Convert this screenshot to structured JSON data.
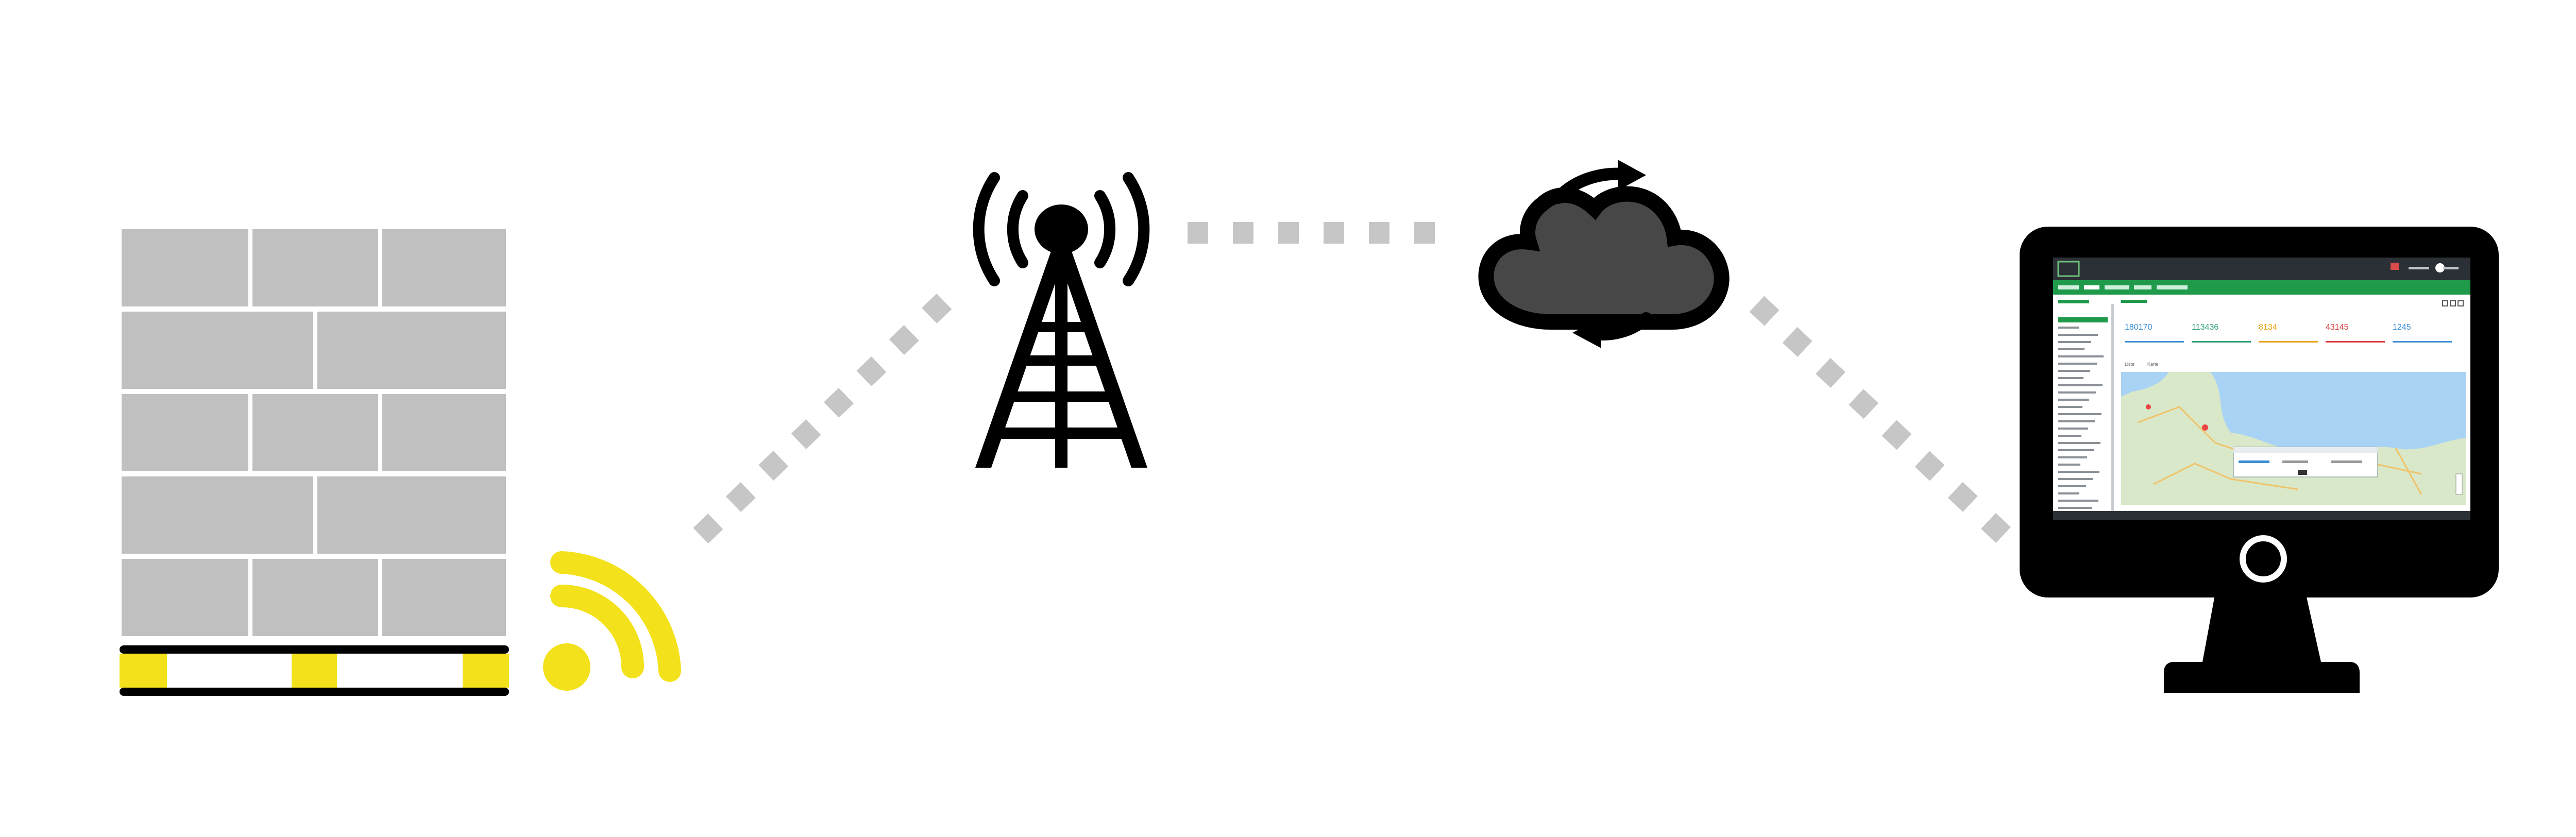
{
  "diagram": {
    "nodes": [
      {
        "id": "pallet",
        "icon": "pallet-icon"
      },
      {
        "id": "signal",
        "icon": "wifi-signal-icon"
      },
      {
        "id": "tower",
        "icon": "cell-tower-icon"
      },
      {
        "id": "cloud",
        "icon": "cloud-sync-icon"
      },
      {
        "id": "monitor",
        "icon": "monitor-icon"
      }
    ],
    "links": [
      {
        "from": "signal",
        "to": "tower",
        "style": "dotted"
      },
      {
        "from": "tower",
        "to": "cloud",
        "style": "dotted"
      },
      {
        "from": "cloud",
        "to": "monitor",
        "style": "dotted"
      }
    ]
  },
  "screen": {
    "stats": [
      "180170",
      "113436",
      "8134",
      "43145",
      "1245"
    ],
    "stat_colors": [
      "#3a8dd6",
      "#2a9d6f",
      "#e8a21a",
      "#d93b3b",
      "#3a8dd6"
    ],
    "tabs": [
      "Liste",
      "Karte"
    ]
  },
  "colors": {
    "block_gray": "#c0c0c0",
    "accent_yellow": "#f3e21b",
    "link_gray": "#c6c6c6",
    "icon_black": "#000000",
    "cloud_fill": "#474747",
    "ui_green": "#1f9a4b",
    "ui_dark": "#2b2f36",
    "water_blue": "#a9d3f5",
    "land_green": "#d8e8c8"
  }
}
